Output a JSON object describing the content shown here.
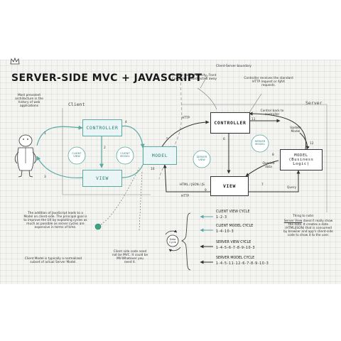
{
  "title": "SERVER-SIDE MVC + JAVASCRIPT",
  "crown_icon": "crown-icon",
  "notes": {
    "prevalent": "Most prevalent\narchitecture in the\nhistory of web\napplications",
    "brevity": "For the sake of brevity, Front\nController is abstracted away",
    "boundary": "Client-Server boundary",
    "controller_receives": "Controller receives the standard\nHTTP request or AJAX\nrequests.",
    "control_back": "Control back to\ncontroller",
    "update_model": "Update\nModel",
    "queried_data": "Queried\ndata",
    "query": "Query",
    "http_1": "HTTP",
    "http_2": "HTTP",
    "html_json": "HTML / JSON / JS",
    "javascript_addition": "The addition of JavaScript leads to a\nModel on client-side. The principal goal is\nto improve the UX by exploiting cycles as\nmuch as possible as server cycles are\nexpensive in terms of time.",
    "client_model_subset": "Client Model is typically a normalized\nsubset of actual Server Model.",
    "client_code": "Client side code need\nnot be MVC. It could be\nMV-Whatever you\nneed it.",
    "thing_to_note_title": "Thing to note:",
    "thing_to_note_view": "Server View",
    "thing_to_note_rest": "doesn't really show\nthe data. It creates a data\n(HTML/JSON) that is consumed\nby browser and app's client-side\ncode to show it to the user."
  },
  "regions": {
    "client": "Client",
    "server": "Server"
  },
  "boxes": {
    "client_controller": "CONTROLLER",
    "client_view": "VIEW",
    "client_model": "MODEL",
    "server_controller": "CONTROLLER",
    "server_view": "VIEW",
    "server_model": "MODEL\n(Business Logic)"
  },
  "circle_labels": {
    "client_view": "CLIENT\nVIEW",
    "client_model": "CLIENT\nMODEL",
    "server_view": "SERVER\nVIEW",
    "server_model": "SERVER\nMODEL",
    "data_cycle": "Data\nCycle"
  },
  "steps": [
    "1",
    "2",
    "3",
    "4",
    "5",
    "6",
    "7",
    "8",
    "9",
    "10",
    "11",
    "12"
  ],
  "cycles": [
    {
      "title": "CLIENT VIEW CYCLE",
      "sequence": "1-2-3"
    },
    {
      "title": "CLIENT MODEL CYCLE",
      "sequence": "1-4-10-3"
    },
    {
      "title": "SERVER VIEW CYCLE",
      "sequence": "1-4-5-6-7-8-9-10-3"
    },
    {
      "title": "SERVER MODEL CYCLE",
      "sequence": "1-4-5-11-12-6-7-8-9-10-3"
    }
  ],
  "colors": {
    "teal": "#5aa9a3",
    "ink": "#333333",
    "background": "#f4f4f1"
  }
}
